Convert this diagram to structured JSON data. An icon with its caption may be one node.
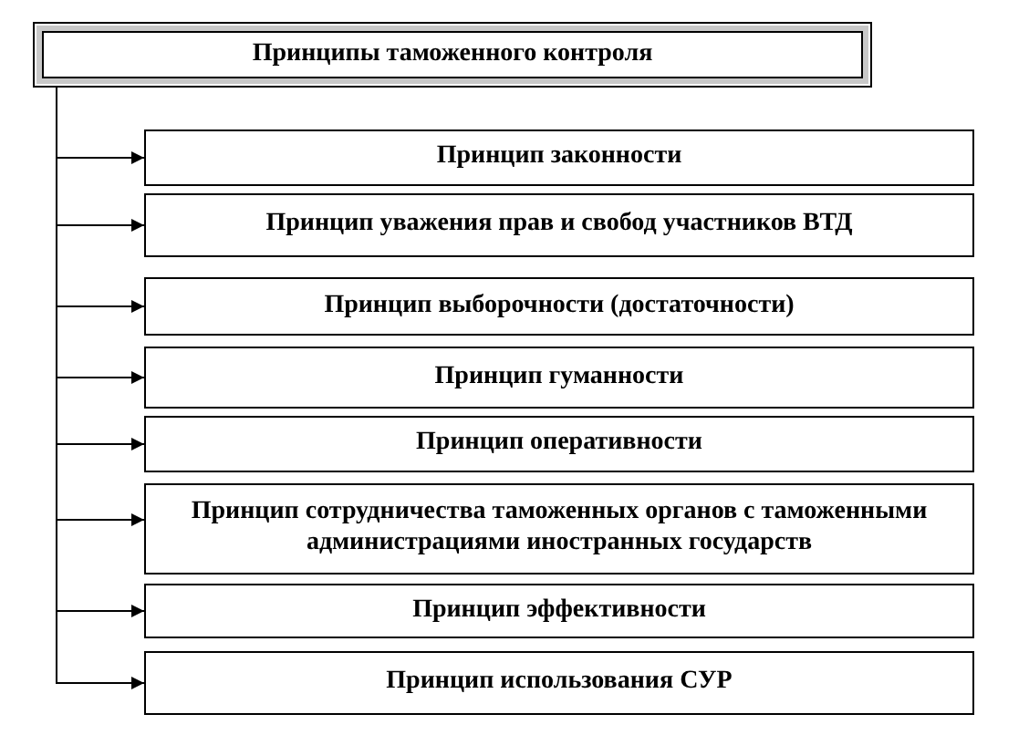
{
  "diagram": {
    "nodes": [
      {
        "text": [
          "Принципы таможенного контроля"
        ]
      },
      {
        "text": [
          "Принцип законности"
        ]
      },
      {
        "text": [
          "Принцип уважения прав и свобод участников ВТД"
        ]
      },
      {
        "text": [
          "Принцип выборочности (достаточности)"
        ]
      },
      {
        "text": [
          "Принцип гуманности"
        ]
      },
      {
        "text": [
          "Принцип оперативности"
        ]
      },
      {
        "text": [
          "Принцип сотрудничества таможенных органов с таможенными администрациями иностранных государств"
        ]
      },
      {
        "text": [
          "Принцип эффективности"
        ]
      },
      {
        "text": [
          "Принцип использования СУР"
        ]
      }
    ],
    "edges": [
      {
        "from": 0,
        "to": 1,
        "arrow": "to"
      },
      {
        "from": 0,
        "to": 2,
        "arrow": "to"
      },
      {
        "from": 0,
        "to": 3,
        "arrow": "to"
      },
      {
        "from": 0,
        "to": 4,
        "arrow": "to"
      },
      {
        "from": 0,
        "to": 5,
        "arrow": "to"
      },
      {
        "from": 0,
        "to": 6,
        "arrow": "to"
      },
      {
        "from": 0,
        "to": 7,
        "arrow": "to"
      },
      {
        "from": 0,
        "to": 8,
        "arrow": "to"
      }
    ]
  }
}
